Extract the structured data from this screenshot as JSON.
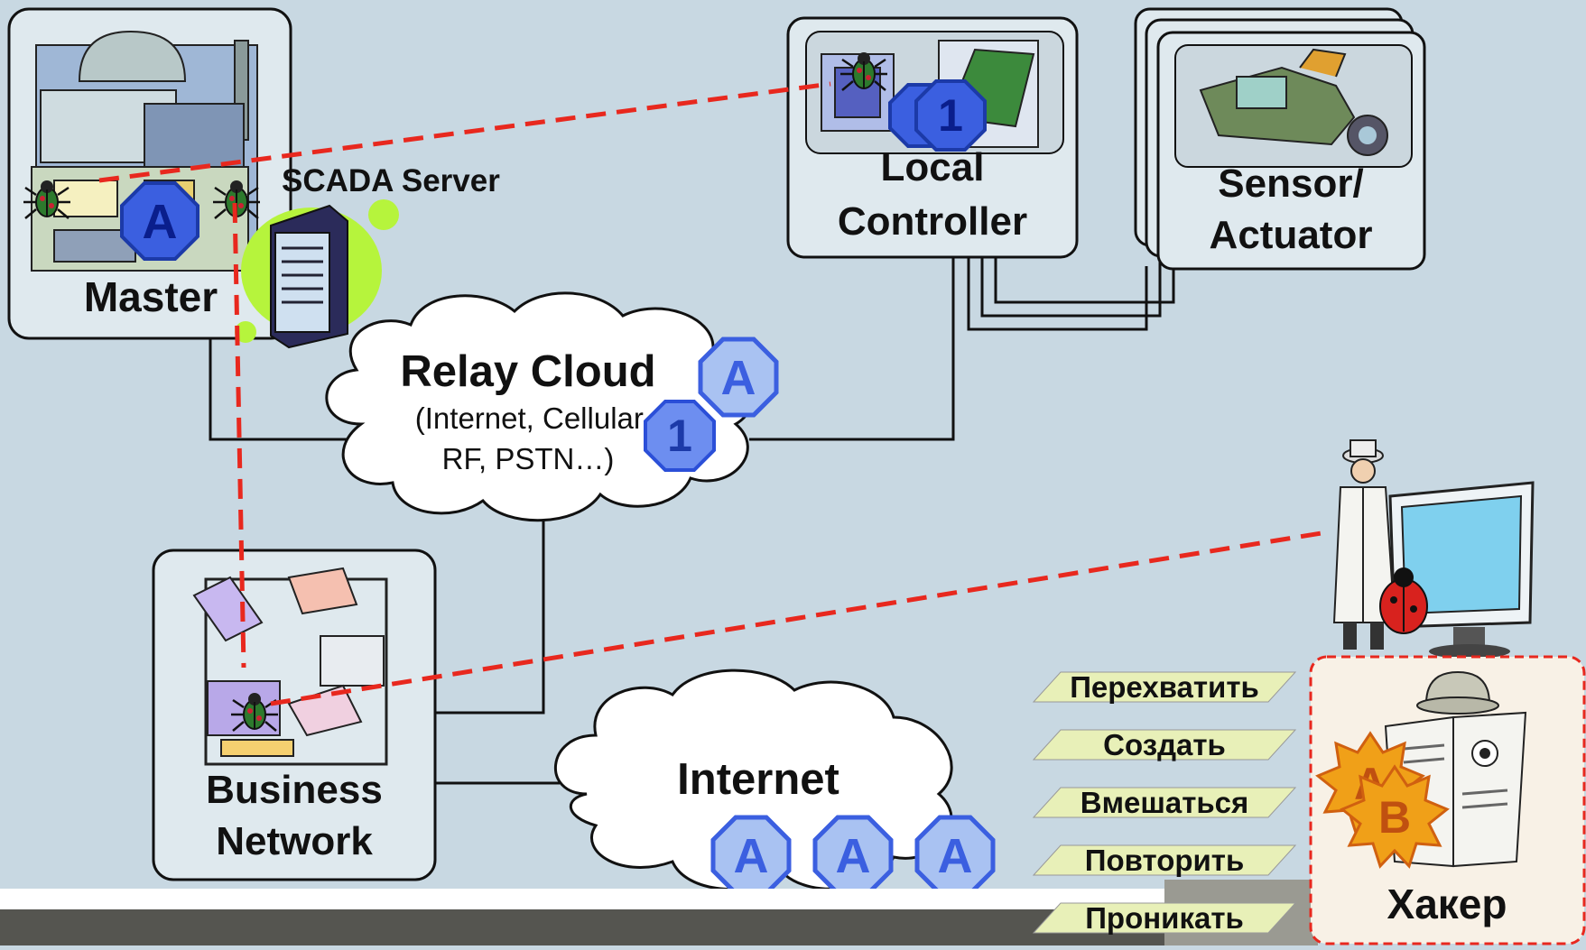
{
  "colors": {
    "background": "#c8d8e2",
    "attack_line": "#e8281e",
    "badge_fill": "#3b5fe0",
    "bar": "#555550"
  },
  "nodes": {
    "master": {
      "label": "Master"
    },
    "scada": {
      "label": "SCADA Server"
    },
    "local_controller": {
      "line1": "Local",
      "line2": "Controller"
    },
    "sensor": {
      "line1": "Sensor/",
      "line2": "Actuator"
    },
    "relay_cloud": {
      "title": "Relay Cloud",
      "sub1": "(Internet, Cellular,",
      "sub2": "RF, PSTN…)"
    },
    "business_network": {
      "line1": "Business",
      "line2": "Network"
    },
    "internet": {
      "label": "Internet"
    },
    "hacker": {
      "label": "Хакер"
    }
  },
  "badges": {
    "a": "A",
    "one": "1",
    "b": "B"
  },
  "actions": [
    "Перехватить",
    "Создать",
    "Вмешаться",
    "Повторить",
    "Проникать"
  ],
  "icons": [
    "bug-icon",
    "server-rack-icon",
    "power-plant-icon",
    "circuit-board-icon",
    "camcorder-icon",
    "monitor-icon",
    "spy-figure-icon",
    "newspaper-reader-icon",
    "network-hands-icon"
  ]
}
